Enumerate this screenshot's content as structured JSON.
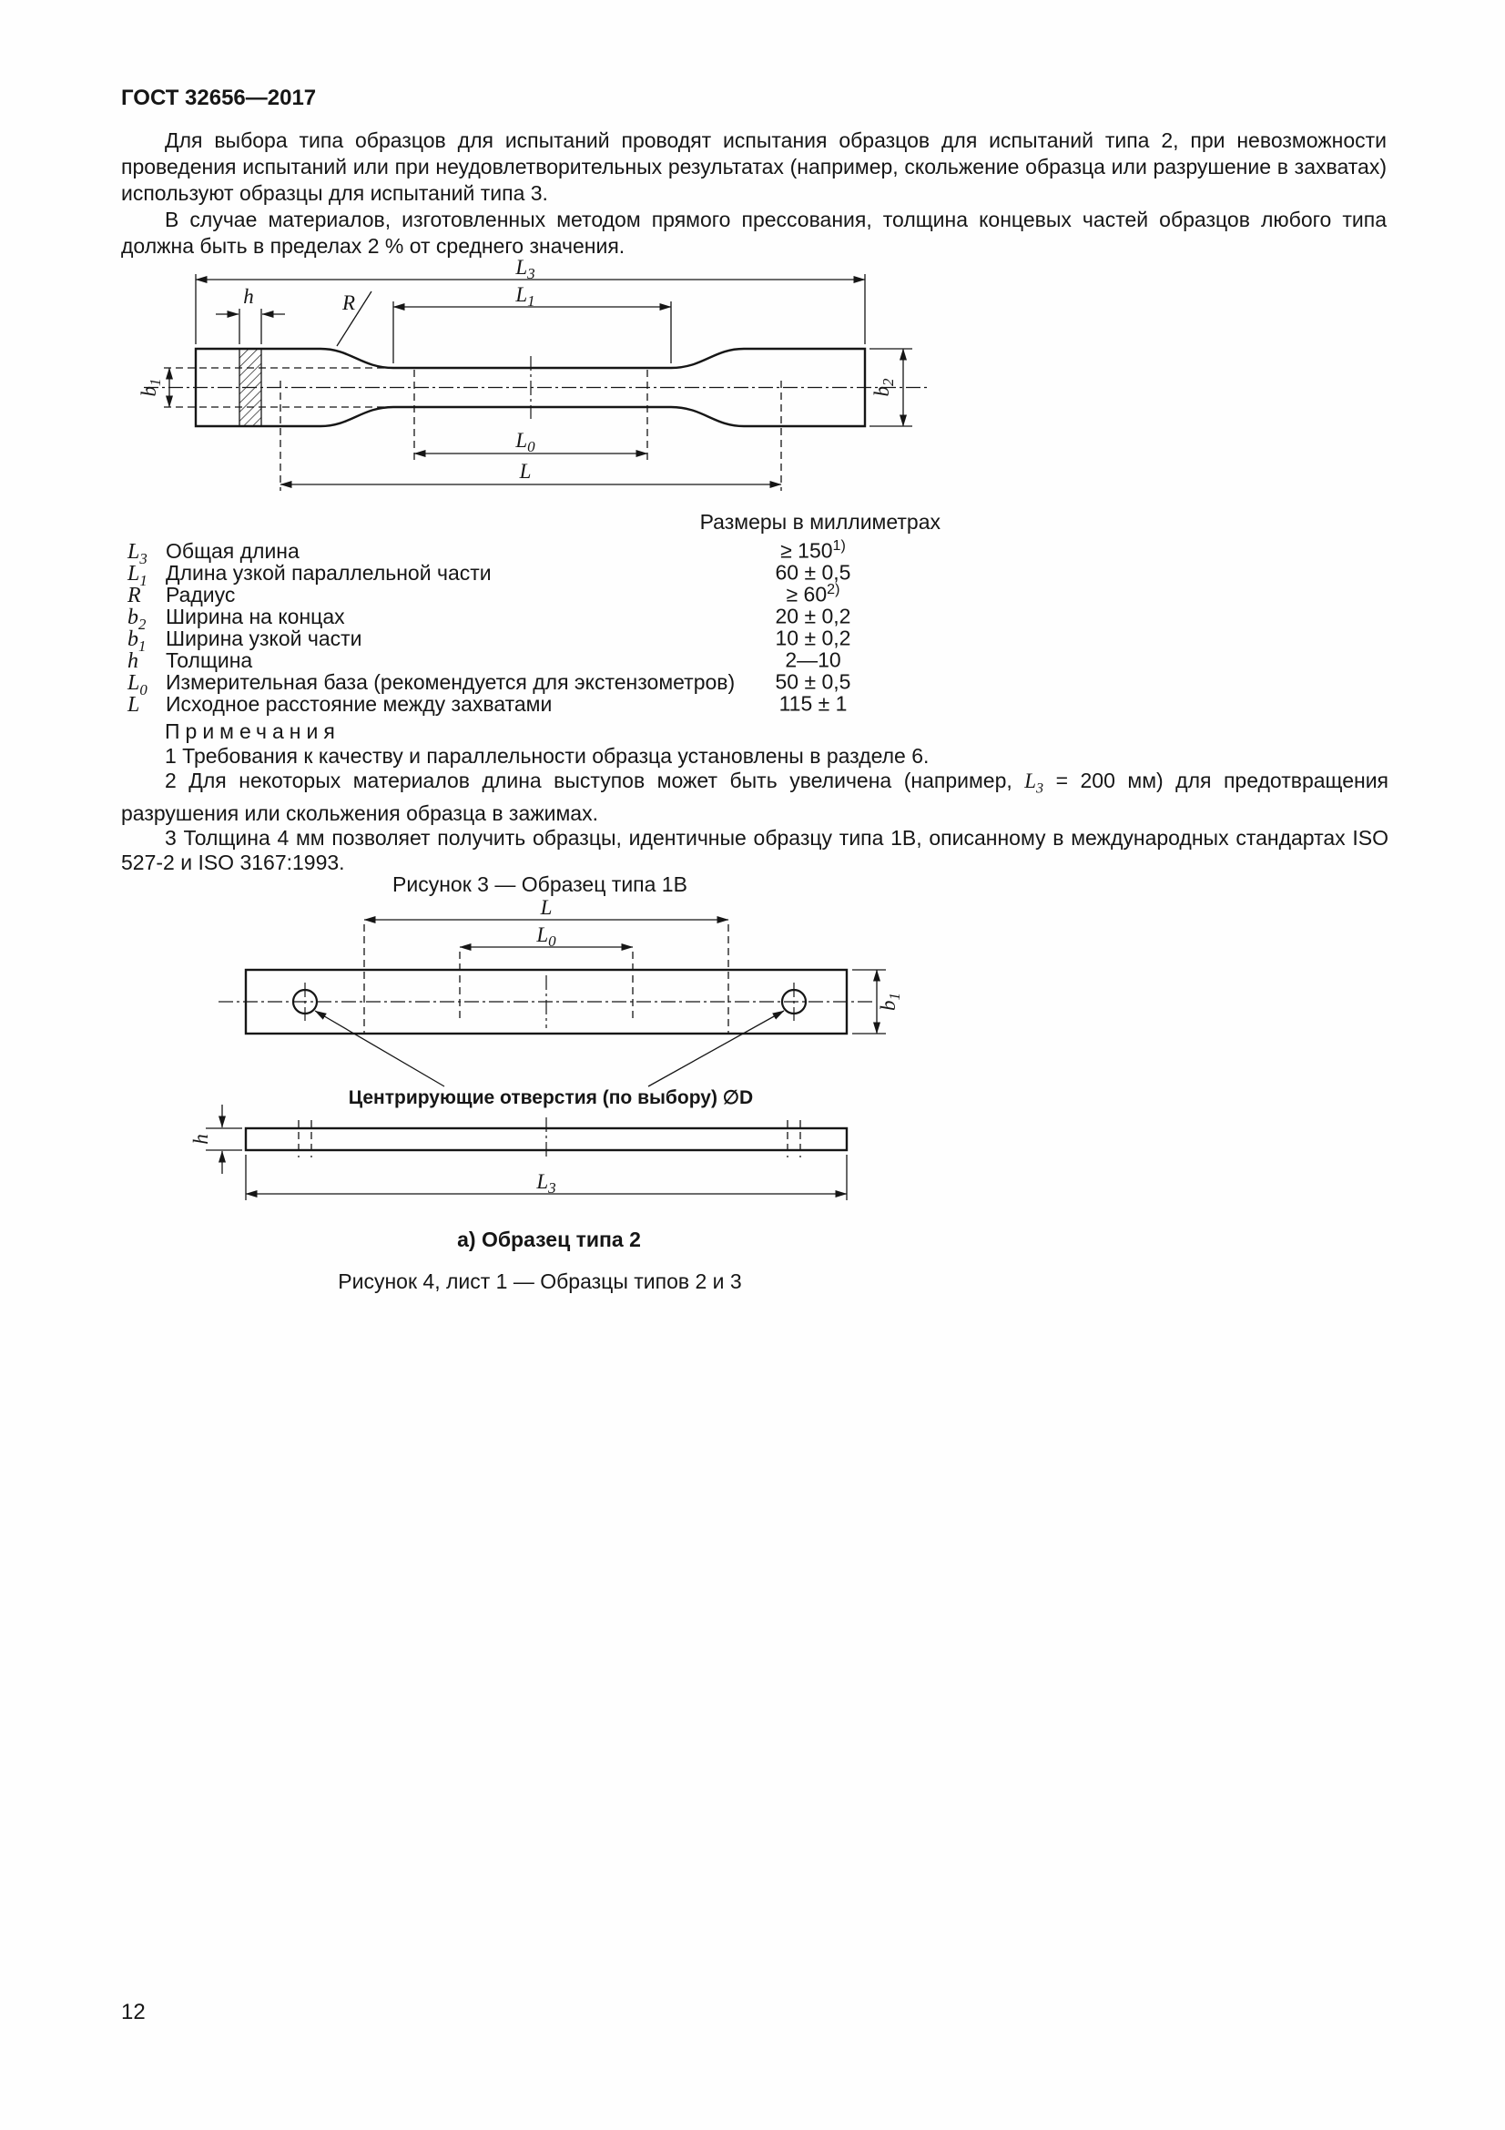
{
  "doc": {
    "header": "ГОСТ 32656—2017",
    "page_number": "12"
  },
  "intro": {
    "p1": "Для выбора типа образцов для испытаний проводят испытания образцов для испытаний типа 2, при невозможности проведения испытаний или при неудовлетворительных результатах (например, скольжение образца или разрушение в захватах) используют образцы для испытаний типа 3.",
    "p2": "В случае материалов, изготовленных методом прямого прессования, толщина концевых частей образцов любого типа должна быть в пределах 2 % от среднего значения."
  },
  "figure3": {
    "labels": {
      "L3_base": "L",
      "L3_sub": "3",
      "L1_base": "L",
      "L1_sub": "1",
      "h": "h",
      "R": "R",
      "b1_base": "b",
      "b1_sub": "1",
      "b2_base": "b",
      "b2_sub": "2",
      "L0_base": "L",
      "L0_sub": "0",
      "L_base": "L"
    },
    "caption": "Рисунок 3 — Образец типа 1В"
  },
  "dims": {
    "units_note": "Размеры в миллиметрах",
    "rows": [
      {
        "sym": "L",
        "sub": "3",
        "name": "Общая длина",
        "val": "≥ 150",
        "sup": "1)"
      },
      {
        "sym": "L",
        "sub": "1",
        "name": "Длина узкой параллельной части",
        "val": "60 ± 0,5",
        "sup": ""
      },
      {
        "sym": "R",
        "sub": "",
        "name": "Радиус",
        "val": "≥ 60",
        "sup": "2)"
      },
      {
        "sym": "b",
        "sub": "2",
        "name": "Ширина на концах",
        "val": "20 ± 0,2",
        "sup": ""
      },
      {
        "sym": "b",
        "sub": "1",
        "name": "Ширина узкой части",
        "val": "10 ± 0,2",
        "sup": ""
      },
      {
        "sym": "h",
        "sub": "",
        "name": "Толщина",
        "val": "2—10",
        "sup": ""
      },
      {
        "sym": "L",
        "sub": "0",
        "name": "Измерительная база (рекомендуется для экстензометров)",
        "val": "50 ± 0,5",
        "sup": ""
      },
      {
        "sym": "L",
        "sub": "",
        "name": "Исходное расстояние между захватами",
        "val": "115 ± 1",
        "sup": ""
      }
    ]
  },
  "notes": {
    "title": "Примечания",
    "n1": "1 Требования к качеству и параллельности образца установлены в разделе 6.",
    "n2_pre": "2 Для некоторых материалов длина выступов может быть увеличена (например, ",
    "n2_sym": "L",
    "n2_sub": "3",
    "n2_post": " = 200 мм) для предотвращения разрушения или скольжения образца в зажимах.",
    "n3": "3 Толщина 4 мм позволяет получить образцы, идентичные образцу типа 1В, описанному в международных стандартах ISO 527-2 и ISO 3167:1993."
  },
  "figure4": {
    "labels": {
      "L_base": "L",
      "L0_base": "L",
      "L0_sub": "0",
      "b1_base": "b",
      "b1_sub": "1",
      "h": "h",
      "L3_base": "L",
      "L3_sub": "3",
      "holes": "Центрирующие отверстия (по выбору) ∅D"
    },
    "sub_caption": "а) Образец типа 2",
    "caption": "Рисунок 4, лист 1 — Образцы типов 2 и 3"
  }
}
